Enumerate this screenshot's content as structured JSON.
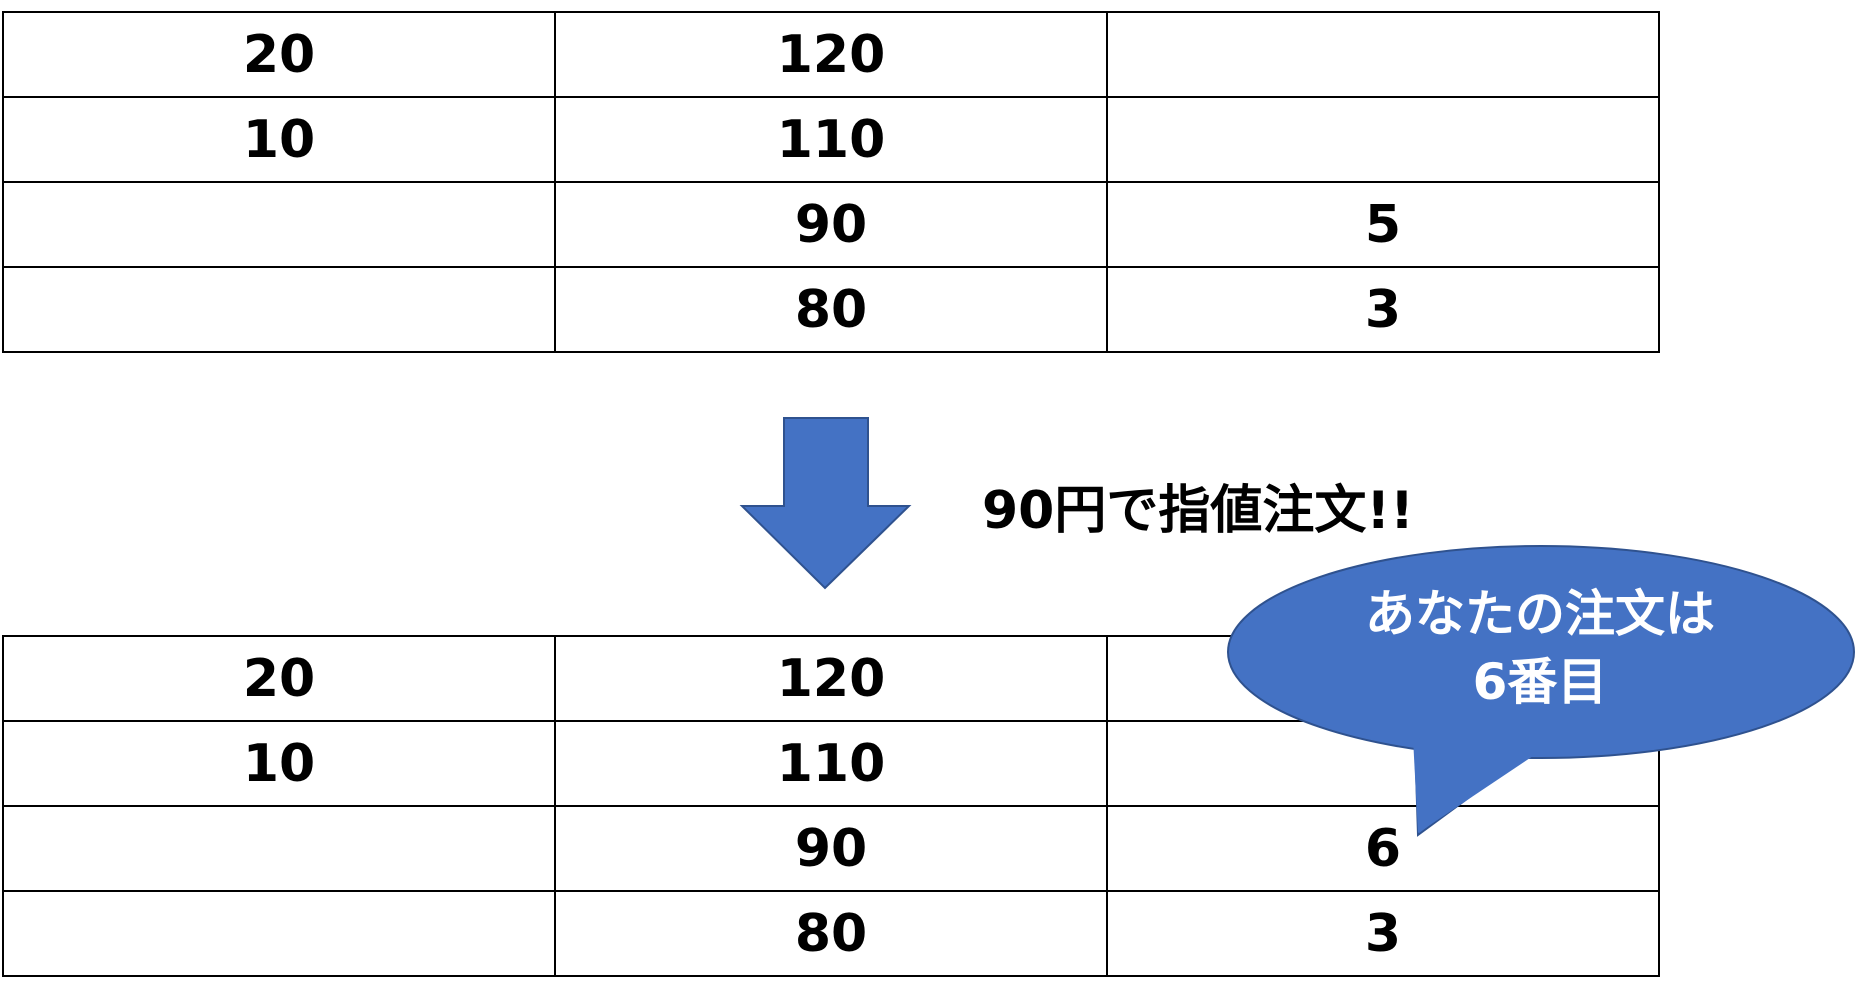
{
  "before_table": {
    "rows": [
      [
        "20",
        "120",
        ""
      ],
      [
        "10",
        "110",
        ""
      ],
      [
        "",
        "90",
        "5"
      ],
      [
        "",
        "80",
        "3"
      ]
    ]
  },
  "action_label": "90円で指値注文!!",
  "after_table": {
    "rows": [
      [
        "20",
        "120",
        ""
      ],
      [
        "10",
        "110",
        ""
      ],
      [
        "",
        "90",
        "6"
      ],
      [
        "",
        "80",
        "3"
      ]
    ]
  },
  "callout": {
    "line1": "あなたの注文は",
    "line2": "6番目"
  },
  "colors": {
    "accent": "#4472C4",
    "accent_border": "#2F528F"
  }
}
